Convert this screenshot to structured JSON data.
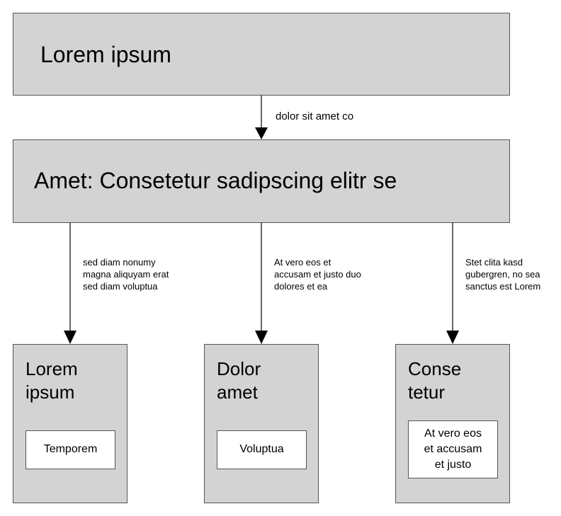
{
  "top_box": {
    "title": "Lorem ipsum"
  },
  "top_arrow_label": "dolor sit amet co",
  "mid_box": {
    "title": "Amet: Consetetur sadipscing elitr se"
  },
  "branch_labels": [
    "sed diam nonumy\nmagna aliquyam erat\nsed diam voluptua",
    "At vero eos et\naccusam et justo duo\ndolores et ea",
    "Stet clita kasd\ngubergren, no sea\nsanctus est Lorem"
  ],
  "children": [
    {
      "title": "Lorem\nipsum",
      "inner": "Temporem"
    },
    {
      "title": "Dolor\namet",
      "inner": "Voluptua"
    },
    {
      "title": "Conse\ntetur",
      "inner": "At vero eos\net accusam\net justo"
    }
  ],
  "colors": {
    "box_fill": "#d3d3d3",
    "inner_fill": "#ffffff",
    "line": "#000000",
    "border": "#555555"
  }
}
